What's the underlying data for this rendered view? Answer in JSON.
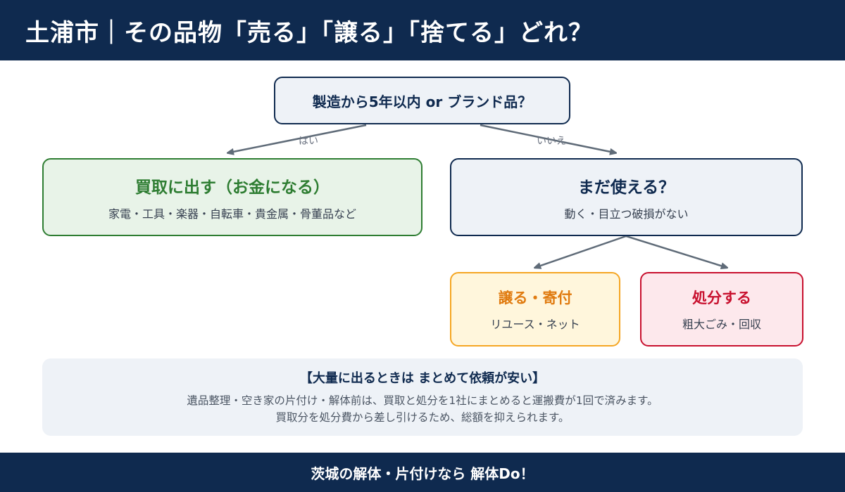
{
  "header": {
    "title": "土浦市｜その品物「売る」「譲る」「捨てる」どれ？"
  },
  "question": {
    "text": "製造から5年以内 or ブランド品？"
  },
  "edges": {
    "yes": "はい",
    "no": "いいえ"
  },
  "buy": {
    "title": "買取に出す（お金になる）",
    "sub": "家電・工具・楽器・自転車・貴金属・骨董品など"
  },
  "usable": {
    "title": "まだ使える？",
    "sub": "動く・目立つ破損がない"
  },
  "give": {
    "title": "譲る・寄付",
    "sub": "リユース・ネット"
  },
  "dispose": {
    "title": "処分する",
    "sub": "粗大ごみ・回収"
  },
  "note": {
    "title": "【大量に出るときは まとめて依頼が安い】",
    "line1": "遺品整理・空き家の片付け・解体前は、買取と処分を1社にまとめると運搬費が1回で済みます。",
    "line2": "買取分を処分費から差し引けるため、総額を抑えられます。"
  },
  "footer": {
    "text": "茨城の解体・片付けなら 解体Do！"
  },
  "colors": {
    "navy": "#0f2a4f",
    "green": "#2e7d32",
    "orange": "#e07b10",
    "red": "#c8102e",
    "arrow": "#5f6b78"
  }
}
